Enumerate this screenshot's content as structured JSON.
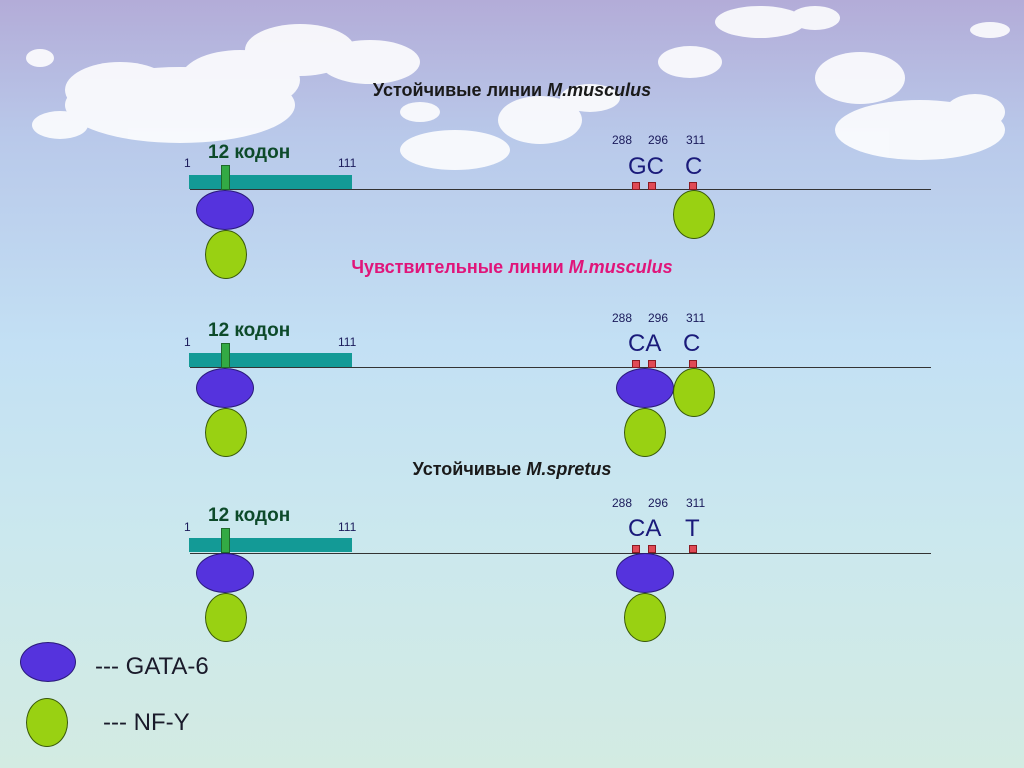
{
  "panels": [
    {
      "title": "Устойчивые линии ",
      "species": "M.musculus",
      "title_color": "#1a1a1a",
      "codon_label": "12 кодон",
      "start_pos": "1",
      "end_pos": "111",
      "site_positions": [
        "288",
        "296",
        "311"
      ],
      "nucleotides_left": "GC",
      "nucleotides_right": "C"
    },
    {
      "title": "Чувствительные линии ",
      "species": "M.musculus",
      "title_color": "#e0157a",
      "codon_label": "12 кодон",
      "start_pos": "1",
      "end_pos": "111",
      "site_positions": [
        "288",
        "296",
        "311"
      ],
      "nucleotides_left": "CA",
      "nucleotides_right": "C"
    },
    {
      "title": "Устойчивые ",
      "species": "M.spretus",
      "title_color": "#1a1a1a",
      "codon_label": "12 кодон",
      "start_pos": "1",
      "end_pos": "111",
      "site_positions": [
        "288",
        "296",
        "311"
      ],
      "nucleotides_left": "CA",
      "nucleotides_right": "T"
    }
  ],
  "legend": {
    "gata_label": "--- GATA-6",
    "nfy_label": "--- NF-Y"
  },
  "colors": {
    "gata6": "#5533dd",
    "nfy": "#99d112",
    "exon_bar": "#139a96",
    "codon_marker": "#33aa44",
    "site_marker": "#e04a55"
  }
}
